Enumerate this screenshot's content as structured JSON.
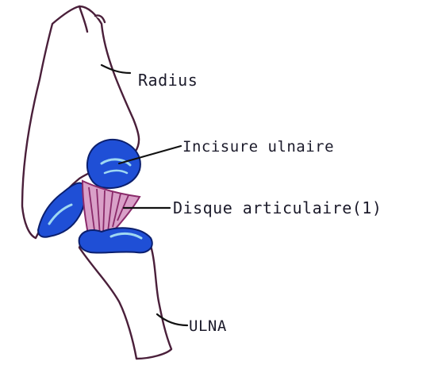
{
  "diagram": {
    "labels": {
      "radius": "Radius",
      "ulnar_notch": "Incisure ulnaire",
      "articular_disc": "Disque articulaire(1)",
      "ulna": "ULNA"
    },
    "colors": {
      "bone_outline": "#4a1f3a",
      "cartilage_blue": "#1f4fd6",
      "cartilage_highlight": "#9fd8f2",
      "disc_pink": "#d9a0c8",
      "disc_purple": "#8a2a6a"
    }
  }
}
